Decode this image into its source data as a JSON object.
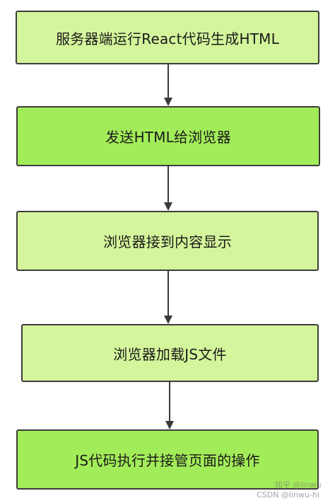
{
  "flowchart": {
    "steps": [
      {
        "label": "服务器端运行React代码生成HTML"
      },
      {
        "label": "发送HTML给浏览器"
      },
      {
        "label": "浏览器接到内容显示"
      },
      {
        "label": "浏览器加载JS文件"
      },
      {
        "label": "JS代码执行并接管页面的操作"
      }
    ]
  },
  "watermark": {
    "line1": "知乎 @linwu",
    "line2": "CSDN @linwu-hi"
  },
  "colors": {
    "box_light": "#d4f59b",
    "box_bright": "#a3ec59",
    "border": "#3d3d3d",
    "arrow": "#3a3a3a"
  }
}
